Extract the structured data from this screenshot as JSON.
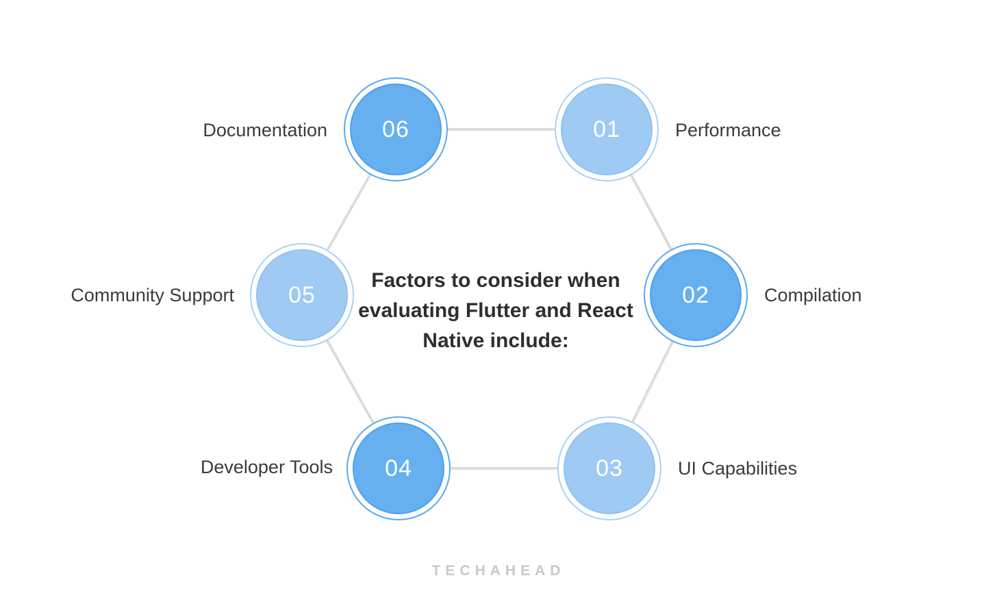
{
  "center": {
    "title_lines": [
      "Factors to consider when",
      "evaluating Flutter and React",
      "Native include:"
    ]
  },
  "nodes": [
    {
      "num": "01",
      "label": "Performance",
      "tone": "light"
    },
    {
      "num": "02",
      "label": "Compilation",
      "tone": "dark"
    },
    {
      "num": "03",
      "label": "UI Capabilities",
      "tone": "light"
    },
    {
      "num": "04",
      "label": "Developer Tools",
      "tone": "dark"
    },
    {
      "num": "05",
      "label": "Community Support",
      "tone": "light"
    },
    {
      "num": "06",
      "label": "Documentation",
      "tone": "dark"
    }
  ],
  "colors": {
    "node_dark_fill": "#66b0f0",
    "node_dark_stroke": "#4da1ed",
    "node_dark_ring": "#58a9ef",
    "node_light_fill": "#9fcaf4",
    "node_light_stroke": "#8ec2f2",
    "node_light_ring": "#a9d1f6",
    "connector": "#dcdcdc",
    "label_text": "#3b3b3b",
    "title_text": "#2e2e2e",
    "logo_text": "#c8c8c8",
    "background": "#ffffff"
  },
  "logo": {
    "text": "TECHAHEAD"
  }
}
